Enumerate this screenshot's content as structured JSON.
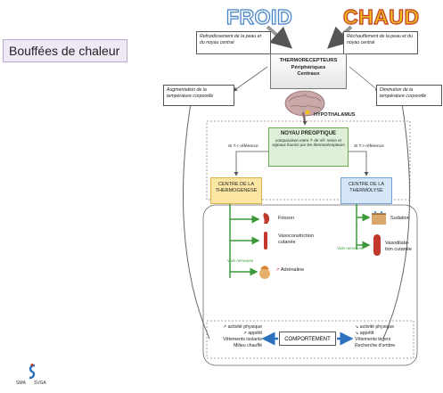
{
  "title": "Bouffées de chaleur",
  "froid": "FROID",
  "chaud": "CHAUD",
  "refroidissement": "Refroidissement de la peau et du noyau central",
  "rechauffement": "Réchauffement de la peau et du noyau central",
  "thermorecepteurs": {
    "title": "THERMORECEPTEURS",
    "line1": "Périphériques",
    "line2": "Centraux"
  },
  "augmentation": "Augmentation de la température corporelle",
  "diminution": "Diminution de la température corporelle",
  "hypothalamus": "HYPOTHALAMUS",
  "noyau": {
    "title": "NOYAU PREOPTIQUE",
    "sub": "comparaison entre T. de réf- rence et signaux fournis par les thermorécepteurs"
  },
  "ref_left": "Si T.< référence",
  "ref_right": "Si T.> référence",
  "centre_thermogenese": {
    "line1": "CENTRE DE LA",
    "line2": "THERMOGENESE"
  },
  "centre_thermolyse": {
    "line1": "CENTRE DE LA",
    "line2": "THERMOLYSE"
  },
  "frisson": "Frisson",
  "vasoconstriction": {
    "line1": "Vasoconstriction",
    "line2": "cutanée"
  },
  "voie_nerveuse_left": "Voie nerveuse",
  "adrenaline": "Adrénaline",
  "sudation": "Sudation",
  "vasodilatation": {
    "line1": "Vasodilata-",
    "line2": "tion cutanée"
  },
  "voie_nerveuse_right": "Voie nerveuse",
  "comportement": "COMPORTEMENT",
  "left_behaviour": [
    "↗ activité physique",
    "↗ appétit",
    "Vêtements isolants",
    "Milieu chauffé"
  ],
  "right_behaviour": [
    "↘ activité physique",
    "↘ appétit",
    "Vêtements légers",
    "Recherche d'ombre"
  ],
  "logo": {
    "left": "SMA",
    "right": "SVGA"
  },
  "colors": {
    "green_arrow": "#3a9a3a",
    "red": "#c0392b",
    "blue": "#4a86c8",
    "yellow": "#f3c21b"
  }
}
